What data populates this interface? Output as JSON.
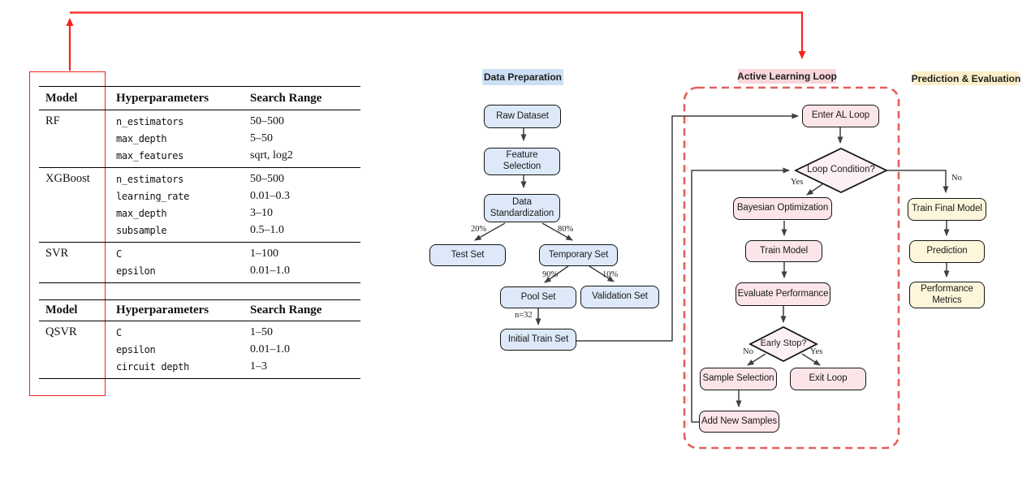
{
  "tables": {
    "main": {
      "headers": [
        "Model",
        "Hyperparameters",
        "Search Range"
      ],
      "groups": [
        {
          "model": "RF",
          "rows": [
            [
              "n_estimators",
              "50–500"
            ],
            [
              "max_depth",
              "5–50"
            ],
            [
              "max_features",
              "sqrt, log2"
            ]
          ]
        },
        {
          "model": "XGBoost",
          "rows": [
            [
              "n_estimators",
              "50–500"
            ],
            [
              "learning_rate",
              "0.01–0.3"
            ],
            [
              "max_depth",
              "3–10"
            ],
            [
              "subsample",
              "0.5–1.0"
            ]
          ]
        },
        {
          "model": "SVR",
          "rows": [
            [
              "C",
              "1–100"
            ],
            [
              "epsilon",
              "0.01–1.0"
            ]
          ]
        }
      ]
    },
    "quantum": {
      "headers": [
        "Model",
        "Hyperparameters",
        "Search Range"
      ],
      "groups": [
        {
          "model": "QSVR",
          "rows": [
            [
              "C",
              "1–50"
            ],
            [
              "epsilon",
              "0.01–1.0"
            ],
            [
              "circuit depth",
              "1–3"
            ]
          ]
        }
      ]
    }
  },
  "flowchart": {
    "sections": {
      "data_preparation": "Data Preparation",
      "active_learning": "Active Learning Loop",
      "prediction_evaluation": "Prediction & Evaluation"
    },
    "nodes": {
      "raw_dataset": "Raw Dataset",
      "feature_selection": "Feature Selection",
      "data_standardization": "Data Standardization",
      "test_set": "Test Set",
      "temporary_set": "Temporary Set",
      "pool_set": "Pool Set",
      "validation_set": "Validation Set",
      "initial_train_set": "Initial Train Set",
      "enter_al_loop": "Enter AL Loop",
      "loop_condition": "Loop Condition?",
      "bayesian_optimization": "Bayesian Optimization",
      "train_model": "Train Model",
      "evaluate_performance": "Evaluate Performance",
      "early_stop": "Early Stop?",
      "sample_selection": "Sample Selection",
      "exit_loop": "Exit Loop",
      "add_new_samples": "Add New Samples",
      "train_final_model": "Train Final Model",
      "prediction": "Prediction",
      "performance_metrics": "Performance Metrics"
    },
    "edge_labels": {
      "test_split": "20%",
      "temp_split": "80%",
      "pool_split": "90%",
      "validation_split": "10%",
      "initial_n": "n=32",
      "loop_yes": "Yes",
      "loop_no": "No",
      "early_no": "No",
      "early_yes": "Yes"
    }
  },
  "colors": {
    "annotation_red": "#f3231e",
    "node_blue": "#dde9f8",
    "node_pink": "#fbe5e9",
    "node_yellow": "#fdf6db",
    "diamond_pink": "#fdf0f2",
    "badge_blue": "#cddff4",
    "badge_pink": "#f8d6db",
    "badge_yellow": "#fbefc9",
    "dashed_loop_border": "#e0605e",
    "arrow_gray": "#3f3f3f"
  }
}
